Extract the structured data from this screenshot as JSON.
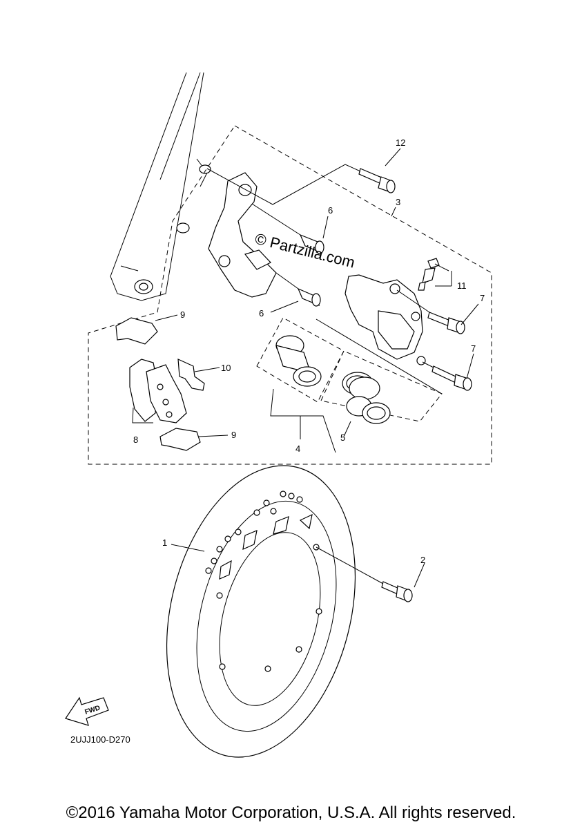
{
  "callouts": {
    "c1": "1",
    "c2": "2",
    "c3": "3",
    "c4": "4",
    "c5": "5",
    "c6a": "6",
    "c6b": "6",
    "c7a": "7",
    "c7b": "7",
    "c8": "8",
    "c9a": "9",
    "c9b": "9",
    "c10": "10",
    "c11": "11",
    "c12": "12"
  },
  "watermark": "© Partzilla.com",
  "fwd_label": "FWD",
  "diagram_code": "2UJJ100-D270",
  "copyright": "©2016 Yamaha Motor Corporation, U.S.A. All rights reserved."
}
